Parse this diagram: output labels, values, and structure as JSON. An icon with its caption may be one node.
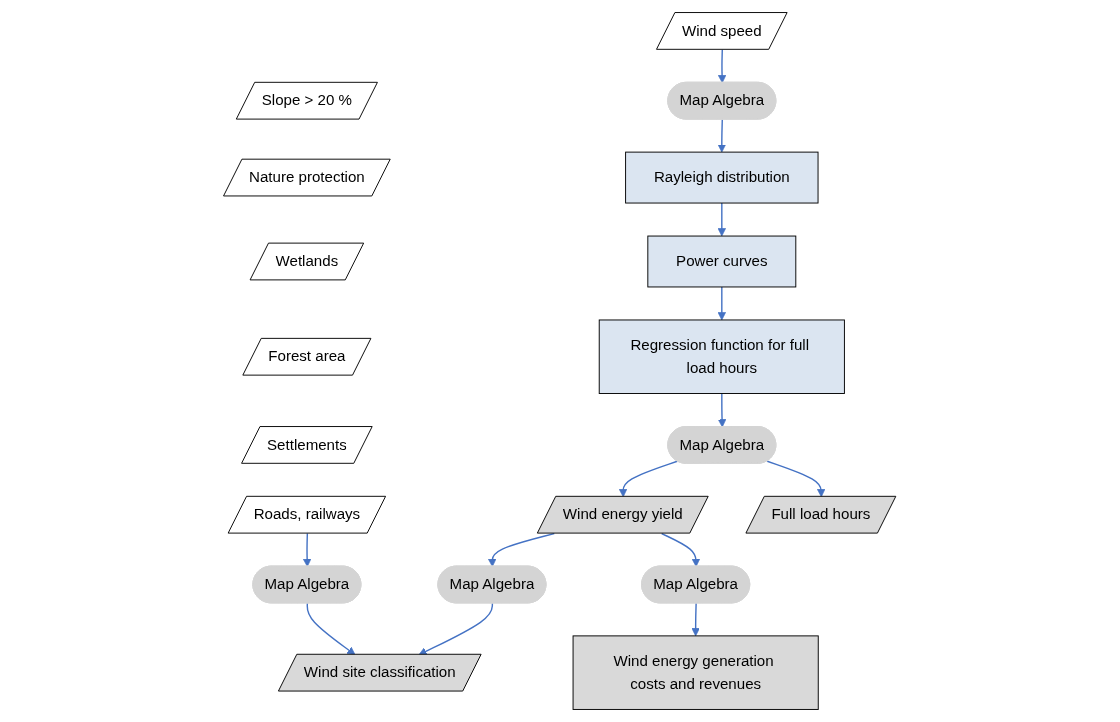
{
  "diagram": {
    "nodes": [
      {
        "text": [
          "Slope > 20 %"
        ]
      },
      {
        "text": [
          "Nature protection"
        ]
      },
      {
        "text": [
          "Wetlands"
        ]
      },
      {
        "text": [
          "Forest area"
        ]
      },
      {
        "text": [
          "Settlements"
        ]
      },
      {
        "text": [
          "Roads, railways"
        ]
      },
      {
        "text": [
          "Map Algebra"
        ]
      },
      {
        "text": [
          "Wind site classification"
        ]
      },
      {
        "text": [
          "Wind speed"
        ]
      },
      {
        "text": [
          "Map Algebra"
        ]
      },
      {
        "text": [
          "Rayleigh distribution"
        ]
      },
      {
        "text": [
          "Power curves"
        ]
      },
      {
        "text": [
          "Regression function for full load hours"
        ]
      },
      {
        "text": [
          "Map Algebra"
        ]
      },
      {
        "text": [
          "Wind energy yield"
        ]
      },
      {
        "text": [
          "Full load hours"
        ]
      },
      {
        "text": [
          "Map Algebra"
        ]
      },
      {
        "text": [
          "Wind energy generation costs and revenues"
        ]
      },
      {
        "text": [
          "Map Algebra"
        ]
      }
    ],
    "edges": [
      {
        "from": 5,
        "to": 6,
        "arrow": "to"
      },
      {
        "from": 6,
        "to": 7,
        "arrow": "to"
      },
      {
        "from": 8,
        "to": 9,
        "arrow": "to"
      },
      {
        "from": 9,
        "to": 10,
        "arrow": "to"
      },
      {
        "from": 10,
        "to": 11,
        "arrow": "to"
      },
      {
        "from": 11,
        "to": 12,
        "arrow": "to"
      },
      {
        "from": 12,
        "to": 13,
        "arrow": "to"
      },
      {
        "from": 13,
        "to": 14,
        "arrow": "to"
      },
      {
        "from": 13,
        "to": 15,
        "arrow": "to"
      },
      {
        "from": 14,
        "to": 18,
        "arrow": "to"
      },
      {
        "from": 18,
        "to": 7,
        "arrow": "to"
      },
      {
        "from": 14,
        "to": 16,
        "arrow": "to"
      },
      {
        "from": 16,
        "to": 17,
        "arrow": "to"
      }
    ]
  }
}
